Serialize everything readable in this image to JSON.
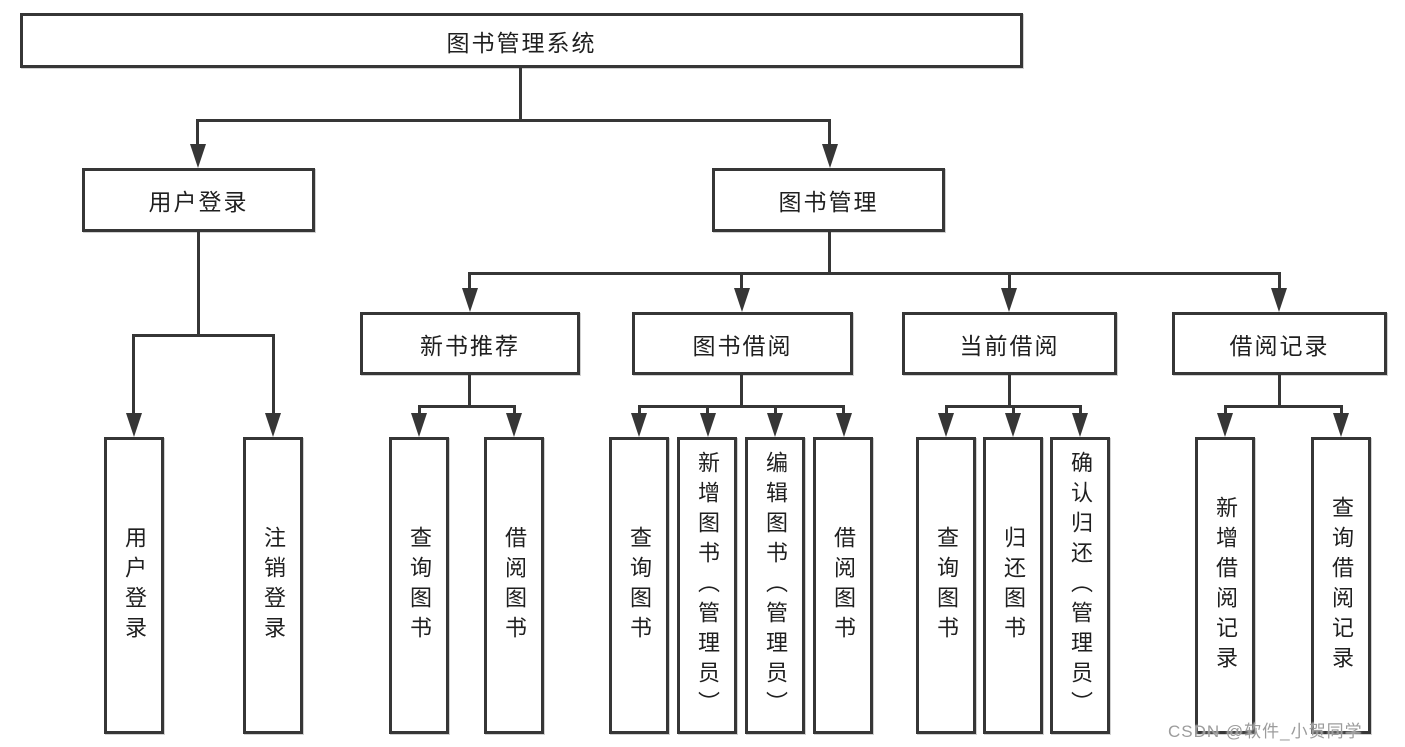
{
  "diagram": {
    "root": "图书管理系统",
    "branches": {
      "user_login": "用户登录",
      "book_management": "图书管理"
    },
    "modules": {
      "new_book_recommend": "新书推荐",
      "book_borrow": "图书借阅",
      "current_borrow": "当前借阅",
      "borrow_record": "借阅记录"
    },
    "functions": {
      "user_login": "用户登录",
      "logout": "注销登录",
      "recommend_query_book": "查询图书",
      "recommend_borrow_book": "借阅图书",
      "borrow_query_book": "查询图书",
      "borrow_add_book": "新增图书（管理员）",
      "borrow_edit_book": "编辑图书（管理员）",
      "borrow_borrow_book": "借阅图书",
      "current_query_book": "查询图书",
      "current_return_book": "归还图书",
      "current_confirm_return": "确认归还（管理员）",
      "record_add": "新增借阅记录",
      "record_query": "查询借阅记录"
    }
  },
  "watermark": "CSDN @软件_小贺同学",
  "colors": {
    "line": "#363636",
    "text": "#1f1f1f",
    "watermark": "#9c9c9c",
    "background": "#ffffff"
  }
}
